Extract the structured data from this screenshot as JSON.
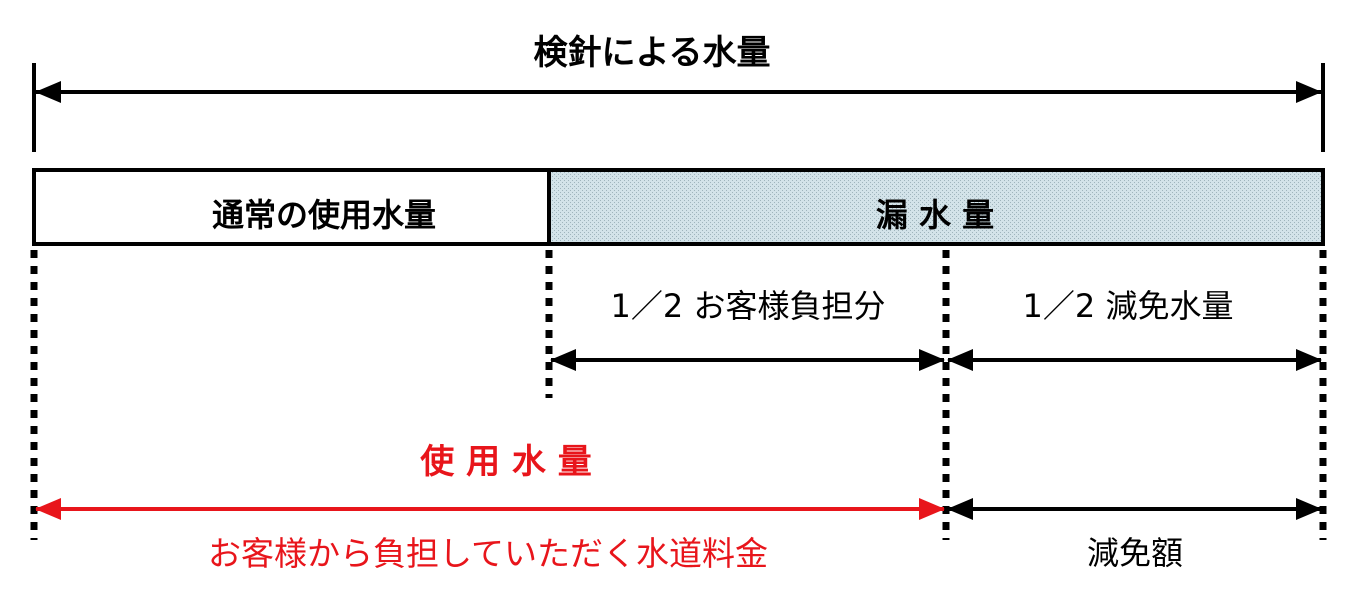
{
  "labels": {
    "total": "検針による水量",
    "normal_usage": "通常の使用水量",
    "leak": "漏 水 量",
    "customer_half": "1／2 お客様負担分",
    "reduction_half": "1／2 減免水量",
    "usage": "使 用 水 量",
    "customer_charge": "お客様から負担していただく水道料金",
    "reduction_amount": "減免額"
  },
  "colors": {
    "line": "#000000",
    "highlight": "#e8151b",
    "leak_fill": "#d3e3e9",
    "leak_dot": "#9fb4bc"
  }
}
